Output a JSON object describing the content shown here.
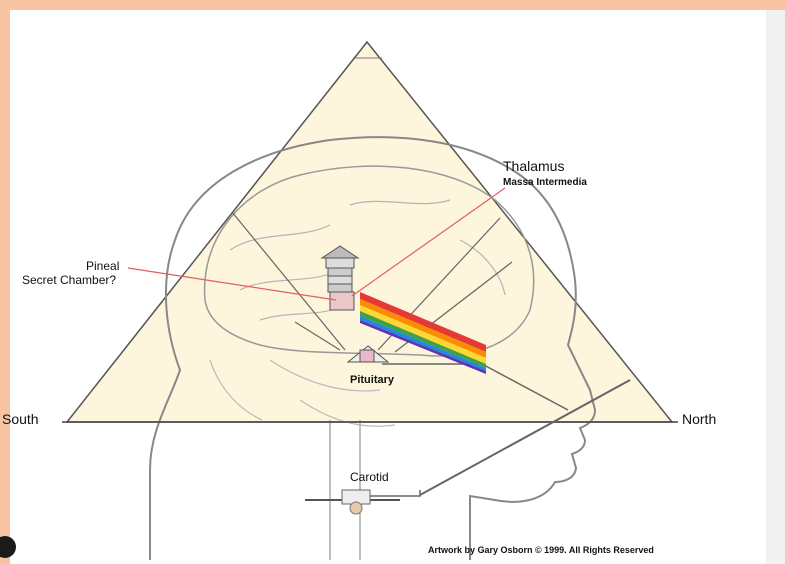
{
  "labels": {
    "thalamus": "Thalamus",
    "massa": "Massa Intermedia",
    "pineal": "Pineal",
    "secret_chamber": "Secret Chamber?",
    "pituitary": "Pituitary",
    "south": "South",
    "north": "North",
    "carotid": "Carotid",
    "credit": "Artwork by Gary Osborn © 1999. All Rights Reserved"
  },
  "colors": {
    "background_frame": "#f7c3a3",
    "pyramid_fill": "#fdf5dc",
    "pointer_line": "#e06060"
  }
}
